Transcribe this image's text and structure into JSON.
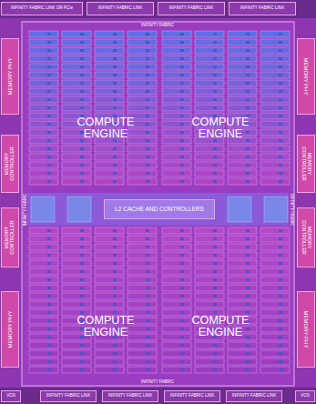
{
  "diagram": {
    "nodes": [
      {
        "text": [
          "INFINITY FABRIC LINK OR PCIe"
        ]
      },
      {
        "text": [
          "INFINITY FABRIC LINK"
        ]
      },
      {
        "text": [
          "INFINITY FABRIC LINK"
        ]
      },
      {
        "text": [
          "INFINITY FABRIC LINK"
        ]
      },
      {
        "text": [
          "MEMORY PHY"
        ]
      },
      {
        "text": [
          "MEMORY PHY"
        ]
      },
      {
        "text": [
          "COMPUTE ENGINE"
        ]
      },
      {
        "text": [
          "COMPUTE ENGINE"
        ]
      },
      {
        "text": [
          "MEMORY CONTROLLER"
        ]
      },
      {
        "text": [
          "MEMORY CONTROLLER"
        ]
      },
      {
        "text": [
          "L2 CACHE AND CONTROLLERS"
        ]
      },
      {
        "text": [
          "MEMORY CONTROLLER"
        ]
      },
      {
        "text": [
          "MEMORY CONTROLLER"
        ]
      },
      {
        "text": [
          "COMPUTE ENGINE"
        ]
      },
      {
        "text": [
          "COMPUTE ENGINE"
        ]
      },
      {
        "text": [
          "MEMORY PHY"
        ]
      },
      {
        "text": [
          "MEMORY PHY"
        ]
      },
      {
        "text": [
          "VCN"
        ]
      },
      {
        "text": [
          "INFINITY FABRIC LINK"
        ]
      },
      {
        "text": [
          "INFINITY FABRIC LINK"
        ]
      },
      {
        "text": [
          "INFINITY FABRIC LINK"
        ]
      },
      {
        "text": [
          "INFINITY FABRIC LINK"
        ]
      },
      {
        "text": [
          "VCN"
        ]
      }
    ],
    "labels": [
      "INFINITY FABRIC",
      "INFINITY FABRIC",
      "INFINITY FABRIC",
      "INFINITY FABRIC"
    ]
  }
}
